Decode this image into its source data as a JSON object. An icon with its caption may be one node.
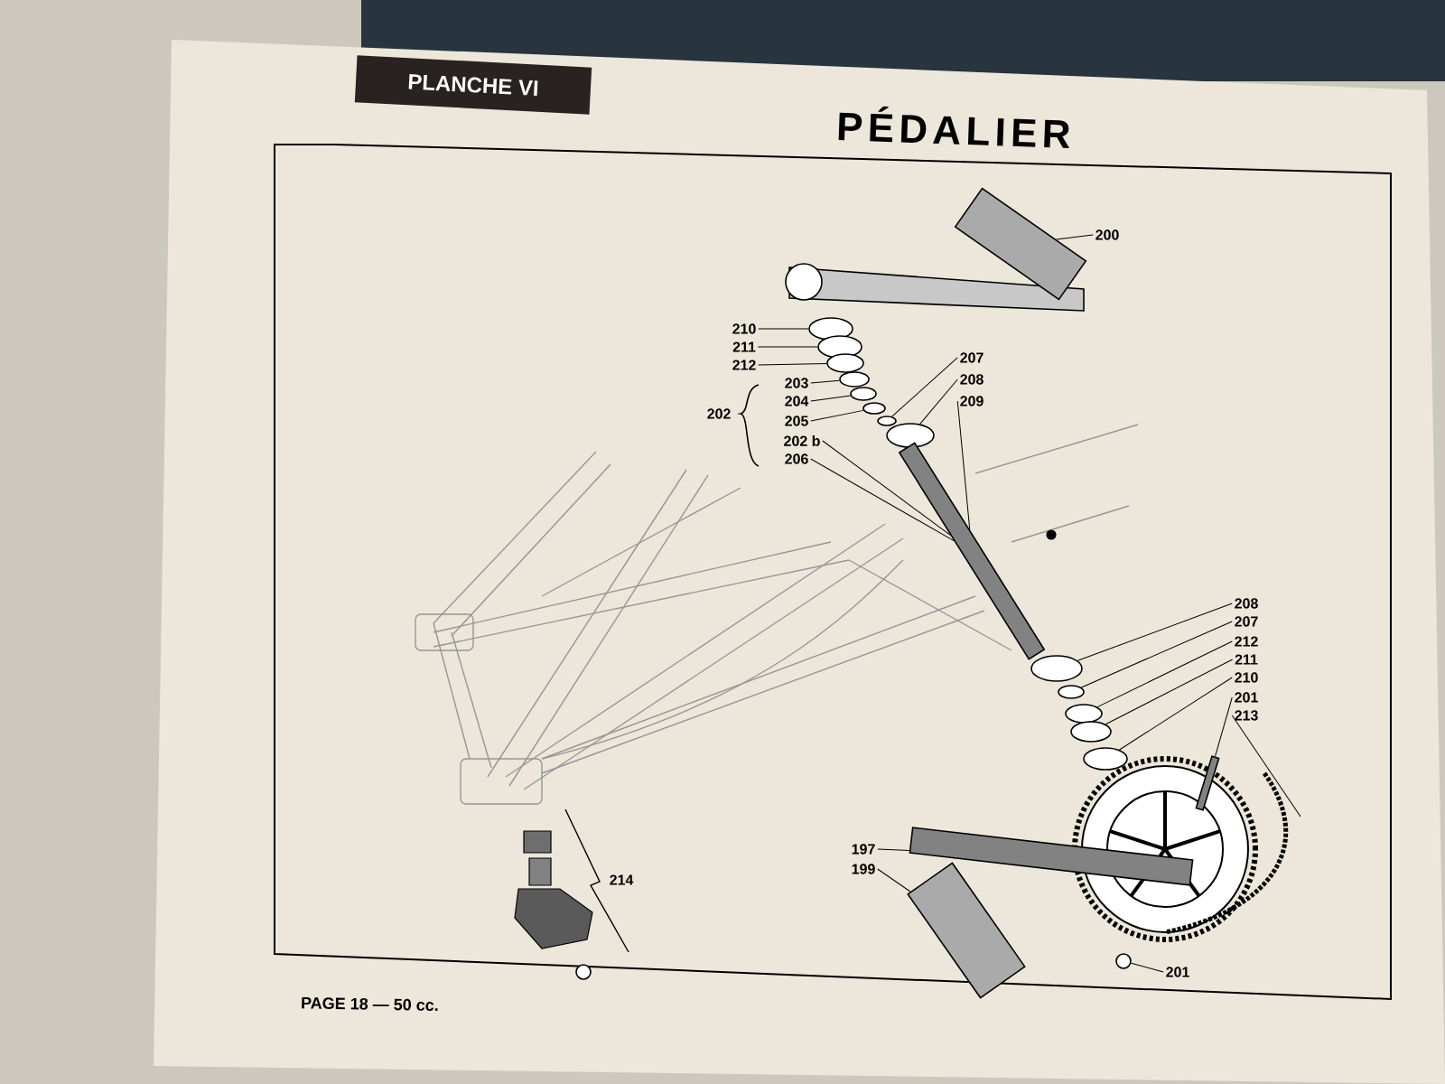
{
  "diagram": {
    "title": "PÉDALIER",
    "nodes": [
      {
        "text": [
          "200"
        ]
      },
      {
        "text": [
          "210"
        ]
      },
      {
        "text": [
          "211"
        ]
      },
      {
        "text": [
          "212"
        ]
      },
      {
        "text": [
          "207"
        ]
      },
      {
        "text": [
          "203"
        ]
      },
      {
        "text": [
          "208"
        ]
      },
      {
        "text": [
          "204"
        ]
      },
      {
        "text": [
          "209"
        ]
      },
      {
        "text": [
          "202"
        ]
      },
      {
        "text": [
          "205"
        ]
      },
      {
        "text": [
          "202 b"
        ]
      },
      {
        "text": [
          "206"
        ]
      },
      {
        "text": [
          "208"
        ]
      },
      {
        "text": [
          "207"
        ]
      },
      {
        "text": [
          "212"
        ]
      },
      {
        "text": [
          "211"
        ]
      },
      {
        "text": [
          "210"
        ]
      },
      {
        "text": [
          "201"
        ]
      },
      {
        "text": [
          "213"
        ]
      },
      {
        "text": [
          "197"
        ]
      },
      {
        "text": [
          "199"
        ]
      },
      {
        "text": [
          "214"
        ]
      },
      {
        "text": [
          "201"
        ]
      },
      {
        "text": [],
        "shape": "box"
      },
      {
        "text": [],
        "shape": "circle"
      },
      {
        "text": [],
        "shape": "circle"
      },
      {
        "text": [],
        "shape": "circle"
      },
      {
        "text": [],
        "shape": "circle"
      },
      {
        "text": [],
        "shape": "circle"
      },
      {
        "text": [],
        "shape": "circle"
      },
      {
        "text": [],
        "shape": "circle"
      },
      {
        "text": [],
        "shape": "circle"
      },
      {
        "text": [],
        "shape": "bar"
      },
      {
        "text": [],
        "shape": "circle"
      },
      {
        "text": [],
        "shape": "circle"
      },
      {
        "text": [],
        "shape": "circle"
      },
      {
        "text": [],
        "shape": "circle"
      },
      {
        "text": [],
        "shape": "circle"
      },
      {
        "text": [],
        "shape": "bar"
      },
      {
        "text": [],
        "shape": "bar"
      },
      {
        "text": [],
        "shape": "box"
      },
      {
        "text": [],
        "shape": "circle"
      }
    ],
    "edges": [
      {
        "from": 0,
        "to": 24,
        "arrow": "none"
      },
      {
        "from": 1,
        "to": 25,
        "arrow": "none"
      },
      {
        "from": 2,
        "to": 26,
        "arrow": "none"
      },
      {
        "from": 3,
        "to": 27,
        "arrow": "none"
      },
      {
        "from": 4,
        "to": 31,
        "arrow": "none"
      },
      {
        "from": 5,
        "to": 28,
        "arrow": "none"
      },
      {
        "from": 6,
        "to": 32,
        "arrow": "none"
      },
      {
        "from": 7,
        "to": 29,
        "arrow": "none"
      },
      {
        "from": 8,
        "to": 33,
        "arrow": "none"
      },
      {
        "from": 10,
        "to": 30,
        "arrow": "none"
      },
      {
        "from": 11,
        "to": 33,
        "arrow": "none"
      },
      {
        "from": 12,
        "to": 33,
        "arrow": "none"
      },
      {
        "from": 13,
        "to": 34,
        "arrow": "none"
      },
      {
        "from": 14,
        "to": 35,
        "arrow": "none"
      },
      {
        "from": 15,
        "to": 36,
        "arrow": "none"
      },
      {
        "from": 16,
        "to": 37,
        "arrow": "none"
      },
      {
        "from": 17,
        "to": 38,
        "arrow": "none"
      },
      {
        "from": 18,
        "to": 39,
        "arrow": "none"
      },
      {
        "from": 19,
        "to": null,
        "arrow": "none"
      },
      {
        "from": 20,
        "to": 40,
        "arrow": "none"
      },
      {
        "from": 21,
        "to": 41,
        "arrow": "none"
      },
      {
        "from": 23,
        "to": 42,
        "arrow": "none"
      }
    ],
    "labels": [
      "PLANCHE VI",
      "PAGE 18 — 50 cc."
    ]
  }
}
